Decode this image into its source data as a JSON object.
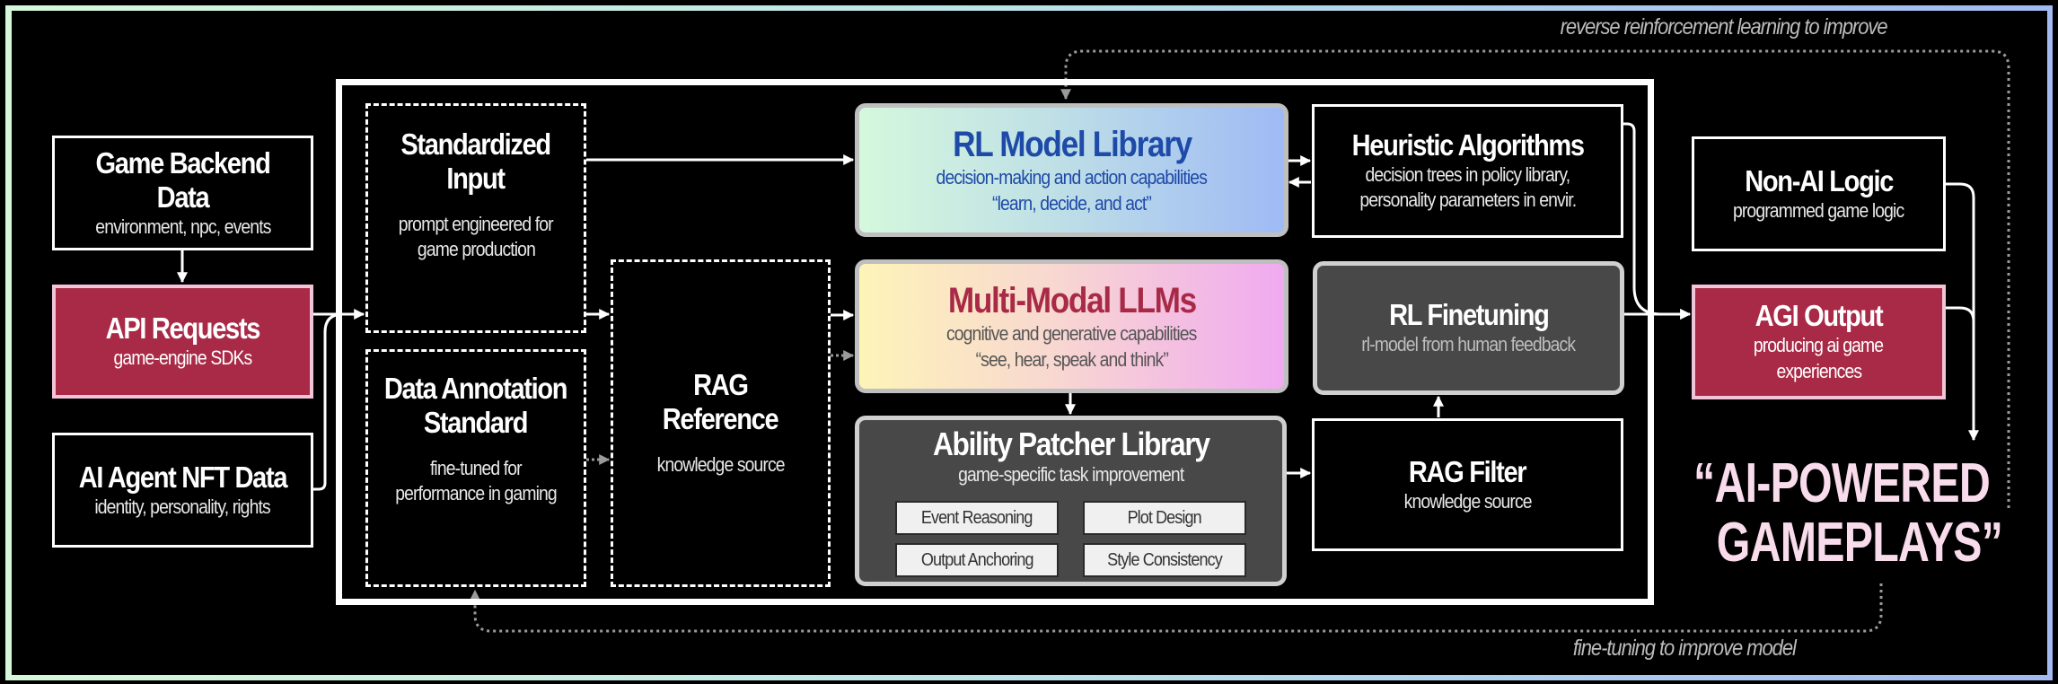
{
  "colors": {
    "accent_red": "#a82a47",
    "accent_red_border": "#f2c4d8",
    "rl_title": "#1e4aa8",
    "llm_title": "#a82a47",
    "dark_box": "#484848",
    "headline": "#f9dcec"
  },
  "inputs": {
    "game_backend": {
      "title": "Game Backend Data",
      "subtitle": "environment, npc, events"
    },
    "api_requests": {
      "title": "API Requests",
      "subtitle": "game-engine SDKs"
    },
    "ai_agent_nft": {
      "title": "AI Agent NFT Data",
      "subtitle": "identity, personality, rights"
    }
  },
  "pipeline": {
    "standardized_input": {
      "title_line1": "Standardized",
      "title_line2": "Input",
      "subtitle_line1": "prompt engineered for",
      "subtitle_line2": "game production"
    },
    "data_annotation": {
      "title_line1": "Data Annotation",
      "title_line2": "Standard",
      "subtitle_line1": "fine-tuned for",
      "subtitle_line2": "performance in gaming"
    },
    "rag_reference": {
      "title_line1": "RAG",
      "title_line2": "Reference",
      "subtitle": "knowledge source"
    },
    "rl_model_library": {
      "title": "RL Model Library",
      "subtitle_line1": "decision-making and action capabilities",
      "subtitle_line2": "“learn, decide, and act”"
    },
    "multi_modal_llms": {
      "title": "Multi-Modal LLMs",
      "subtitle_line1": "cognitive and generative capabilities",
      "subtitle_line2": "“see, hear, speak and think”"
    },
    "ability_patcher": {
      "title": "Ability Patcher Library",
      "subtitle": "game-specific task improvement",
      "chips": [
        "Event Reasoning",
        "Plot Design",
        "Output Anchoring",
        "Style Consistency"
      ]
    },
    "heuristic_algorithms": {
      "title": "Heuristic Algorithms",
      "subtitle_line1": "decision trees in policy library,",
      "subtitle_line2": "personality parameters in envir."
    },
    "rl_finetuning": {
      "title": "RL Finetuning",
      "subtitle": "rl-model from human feedback"
    },
    "rag_filter": {
      "title": "RAG Filter",
      "subtitle": "knowledge source"
    }
  },
  "outputs": {
    "non_ai_logic": {
      "title": "Non-AI Logic",
      "subtitle": "programmed game logic"
    },
    "agi_output": {
      "title": "AGI Output",
      "subtitle_line1": "producing ai game",
      "subtitle_line2": "experiences"
    }
  },
  "headline": {
    "line1": "“AI-POWERED",
    "line2": "GAMEPLAYS”"
  },
  "loops": {
    "top_label": "reverse reinforcement learning to improve",
    "bottom_label": "fine-tuning to improve model"
  }
}
